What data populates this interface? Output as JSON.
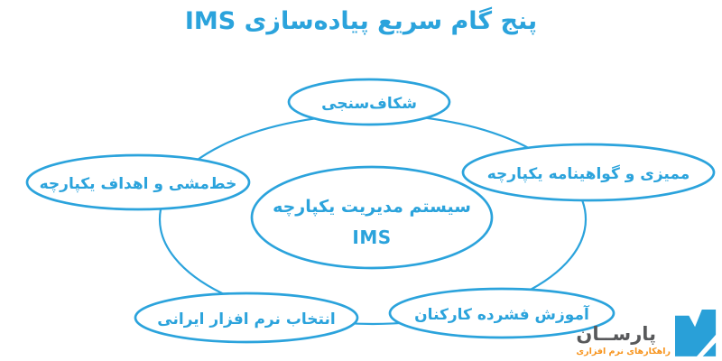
{
  "title": "پنج گام سریع پیاده‌سازی IMS",
  "center": {
    "line1": "سیستم مدیریت یکپارچه",
    "line2": "IMS"
  },
  "steps": [
    {
      "position": "top",
      "label": "شکاف‌سنجی"
    },
    {
      "position": "left",
      "label": "خط‌مشی و اهداف یکپارچه"
    },
    {
      "position": "right",
      "label": "ممیزی و گواهینامه یکپارچه"
    },
    {
      "position": "bottom-left",
      "label": "انتخاب نرم افزار ایرانی"
    },
    {
      "position": "bottom-right",
      "label": "آموزش فشرده کارکنان"
    }
  ],
  "logo": {
    "brand": "پارســان",
    "tagline": "راهکارهای نرم افزاری"
  },
  "colors": {
    "accent_blue": "#2ba3dc",
    "logo_blue": "#29a0d8",
    "logo_gray": "#58595b",
    "logo_orange": "#f7941d",
    "background": "#ffffff"
  }
}
